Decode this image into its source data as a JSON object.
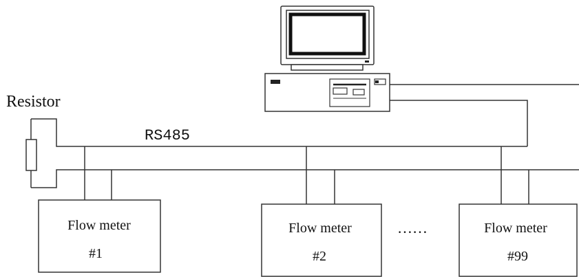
{
  "labels": {
    "resistor": "Resistor",
    "bus": "RS485",
    "ellipsis": "……"
  },
  "meters": [
    {
      "name": "Flow meter",
      "number": "#1"
    },
    {
      "name": "Flow meter",
      "number": "#2"
    },
    {
      "name": "Flow meter",
      "number": "#99"
    }
  ],
  "colors": {
    "line": "#333333",
    "text": "#111111",
    "background": "#ffffff"
  }
}
